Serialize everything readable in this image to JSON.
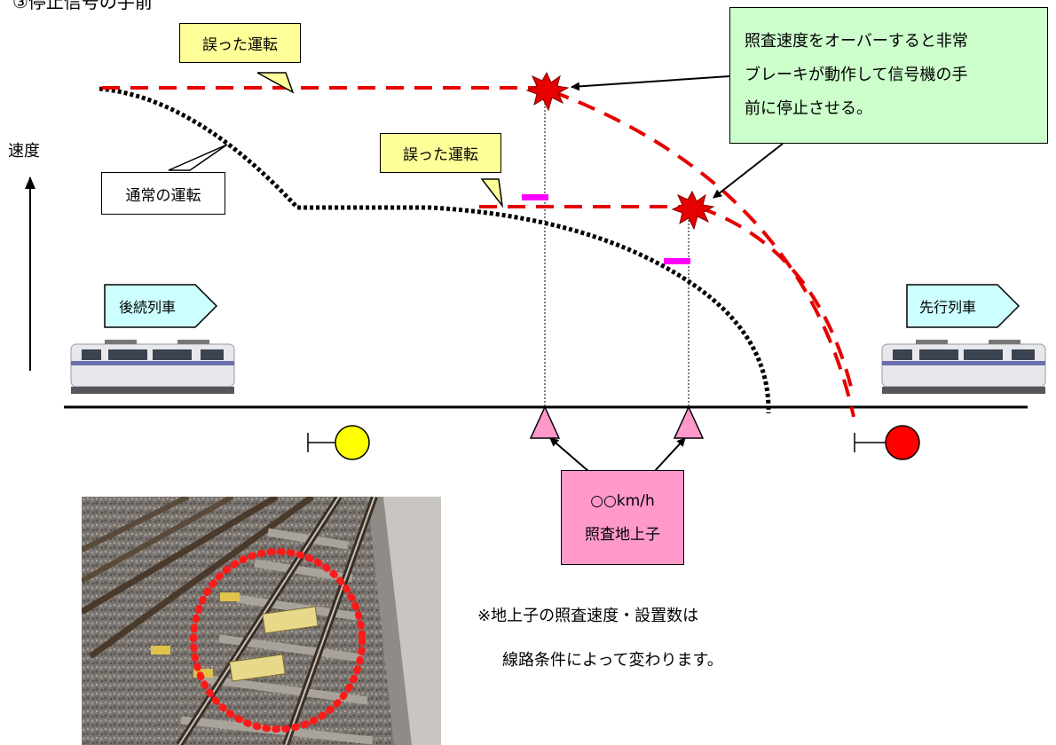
{
  "header_fragment": "③停止信号の手前",
  "axis": {
    "label": "速度"
  },
  "callouts": {
    "wrong_upper": "誤った運転",
    "wrong_lower": "誤った運転",
    "normal": "通常の運転",
    "emergency_line1": "照査速度をオーバーすると非常",
    "emergency_line2": "ブレーキが動作して信号機の手",
    "emergency_line3": "前に停止させる。"
  },
  "trains": {
    "following_label": "後続列車",
    "leading_label": "先行列車"
  },
  "transponder_box": {
    "speed": "○○km/h",
    "name": "照査地上子"
  },
  "note": {
    "line1": "※地上子の照査速度・設置数は",
    "line2": "線路条件によって変わります。"
  },
  "signals": {
    "yellow": "yellow-signal-icon",
    "red": "red-signal-icon"
  },
  "colors": {
    "wrong_path": "#e60000",
    "normal_path": "#000000",
    "yellow_callout": "#ffff99",
    "green_callout": "#ccffcc",
    "train_label": "#ccffff",
    "transponder": "#ff99cc",
    "marker": "#ff00ff",
    "signal_yellow": "#ffff00",
    "signal_red": "#ff0000"
  }
}
